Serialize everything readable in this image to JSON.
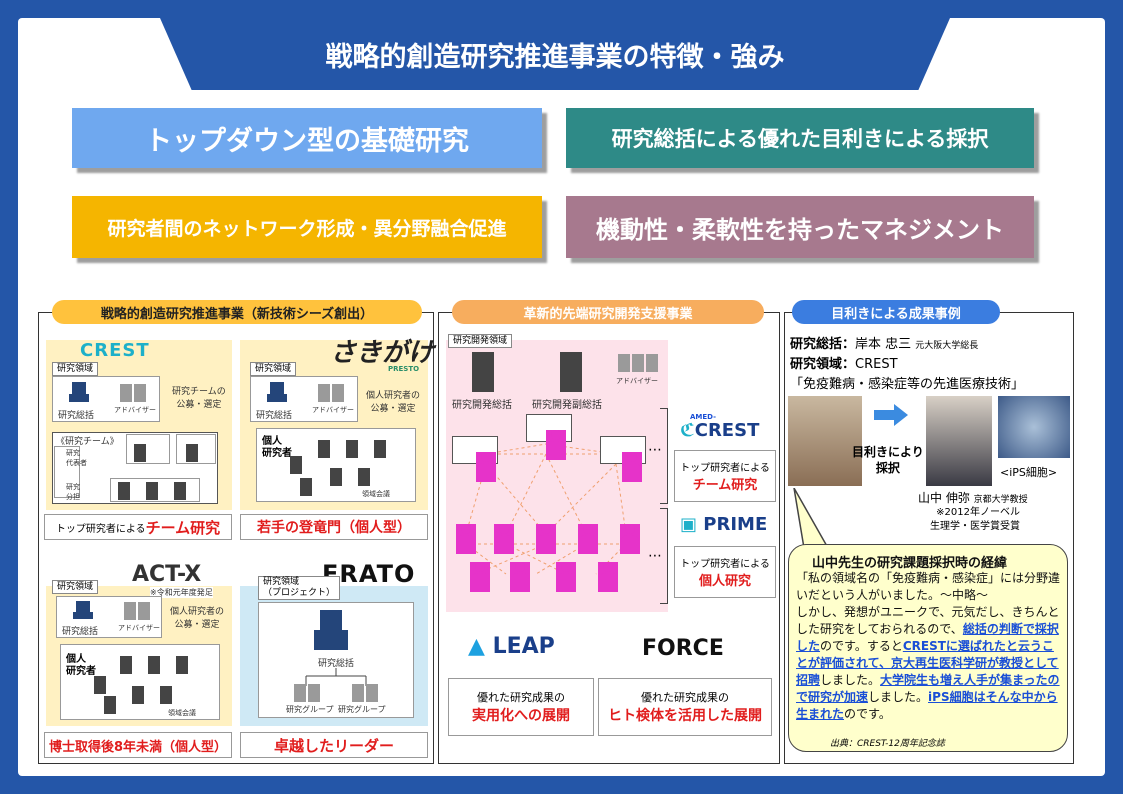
{
  "title": "戦略的創造研究推進事業の特徴・強み",
  "features": [
    "トップダウン型の基礎研究",
    "研究総括による優れた目利きによる採択",
    "研究者間のネットワーク形成・異分野融合促進",
    "機動性・柔軟性を持ったマネジメント"
  ],
  "colors": {
    "brand_blue": "#2456a8",
    "feature1": "#6fa8ef",
    "feature2": "#2e8a87",
    "feature3": "#f5b500",
    "feature4": "#a7798e",
    "pill_yellow": "#ffc23d",
    "pill_orange": "#f7ad5e",
    "pill_blue": "#3b7de0",
    "accent_red": "#e11d1d",
    "magenta": "#e633c9"
  },
  "left": {
    "header": "戦略的創造研究推進事業（新技術シーズ創出）",
    "crest": {
      "logo": "CREST",
      "area": "研究領域",
      "pi": "研究総括",
      "adviser": "アドバイザー",
      "note": "研究チームの\n公募・選定",
      "team": "《研究チーム》",
      "rep": "研究\n代表者",
      "coop": "研究\n分担",
      "cap_pre": "トップ研究者による",
      "cap": "チーム研究"
    },
    "presto": {
      "logo": "さきがけ",
      "logo_sub": "PRESTO",
      "area": "研究領域",
      "pi": "研究総括",
      "adviser": "アドバイザー",
      "note": "個人研究者の\n公募・選定",
      "researcher": "個人\n研究者",
      "meeting": "領域会議",
      "cap": "若手の登竜門（個人型）"
    },
    "actx": {
      "logo": "ACT-X",
      "since": "※令和元年度発足",
      "area": "研究領域",
      "pi": "研究総括",
      "adviser": "アドバイザー",
      "note": "個人研究者の\n公募・選定",
      "researcher": "個人\n研究者",
      "meeting": "領域会議",
      "cap": "博士取得後8年未満（個人型）"
    },
    "erato": {
      "logo": "ERATO",
      "area": "研究領域\n（プロジェクト）",
      "pi": "研究総括",
      "group1": "研究グループ",
      "group2": "研究グループ",
      "cap": "卓越したリーダー"
    }
  },
  "middle": {
    "header": "革新的先端研究開発支援事業",
    "area": "研究開発領域",
    "pi": "研究開発総括",
    "vice": "研究開発副総括",
    "adviser": "アドバイザー",
    "crest_logo": "CREST",
    "crest_sub": "AMED-",
    "prime_logo": "PRIME",
    "cap1_pre": "トップ研究者による",
    "cap1": "チーム研究",
    "cap2_pre": "トップ研究者による",
    "cap2": "個人研究",
    "leap": "LEAP",
    "force": "FORCE",
    "leap_pre": "優れた研究成果の",
    "leap_cap": "実用化への展開",
    "force_pre": "優れた研究成果の",
    "force_cap": "ヒト検体を活用した展開"
  },
  "right": {
    "header": "目利きによる成果事例",
    "lines": [
      {
        "label": "研究総括：",
        "value": "岸本 忠三",
        "note": "元大阪大学総長"
      },
      {
        "label": "研究領域：",
        "value": "CREST"
      }
    ],
    "project": "「免疫難病・感染症等の先進医療技術」",
    "arrow_text": "目利きにより\n採択",
    "ips": "<iPS細胞>",
    "person": "山中 伸弥",
    "person_note": "京都大学教授",
    "prize": "※2012年ノーベル\n生理学・医学賞受賞",
    "bubble_title": "山中先生の研究課題採択時の経緯",
    "body1": "「私の領域名の「免疫難病・感染症」には分野違いだという人がいました。～中略～\nしかし、発想がユニークで、元気だし、きちんとした研究をしておられるので、",
    "u1": "総括の判断で採択した",
    "body2": "のです。すると",
    "u2": "CRESTに選ばれたと云うことが評価されて、京大再生医科学研が教授として招聘",
    "body3": "しました。",
    "u3": "大学院生も増え人手が集まったので研究が加速",
    "body4": "しました。",
    "u4": "iPS細胞はそんな中から生まれた",
    "body5": "のです。",
    "source": "出典：CREST-12周年記念誌"
  }
}
